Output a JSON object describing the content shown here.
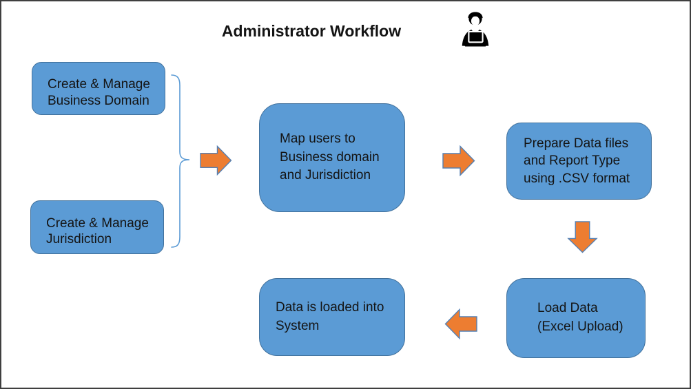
{
  "title": "Administrator Workflow",
  "header_icon": "person-at-laptop-icon",
  "colors": {
    "node_fill": "#5B9BD5",
    "node_border": "#41719C",
    "arrow_fill": "#ED7D31",
    "arrow_border": "#5580B3",
    "bracket_stroke": "#5B9BD5",
    "frame_border": "#3f3f3f",
    "text": "#141414"
  },
  "nodes": [
    {
      "id": "create-business-domain",
      "label": "Create & Manage\nBusiness Domain"
    },
    {
      "id": "create-jurisdiction",
      "label": "Create & Manage\nJurisdiction"
    },
    {
      "id": "map-users",
      "label": "Map users to\nBusiness domain\nand Jurisdiction"
    },
    {
      "id": "prepare-data-files",
      "label": "Prepare Data files\nand Report Type\nusing .CSV format"
    },
    {
      "id": "load-data",
      "label": "Load Data\n(Excel Upload)"
    },
    {
      "id": "data-loaded",
      "label": "Data is loaded into\nSystem"
    }
  ],
  "connectors": {
    "bracket": "brace-grouping-left-nodes",
    "arrows": [
      {
        "id": "arrow-1",
        "direction": "right",
        "from": "create-group",
        "to": "map-users"
      },
      {
        "id": "arrow-2",
        "direction": "right",
        "from": "map-users",
        "to": "prepare-data-files"
      },
      {
        "id": "arrow-3",
        "direction": "down",
        "from": "prepare-data-files",
        "to": "load-data"
      },
      {
        "id": "arrow-4",
        "direction": "left",
        "from": "load-data",
        "to": "data-loaded"
      }
    ]
  }
}
